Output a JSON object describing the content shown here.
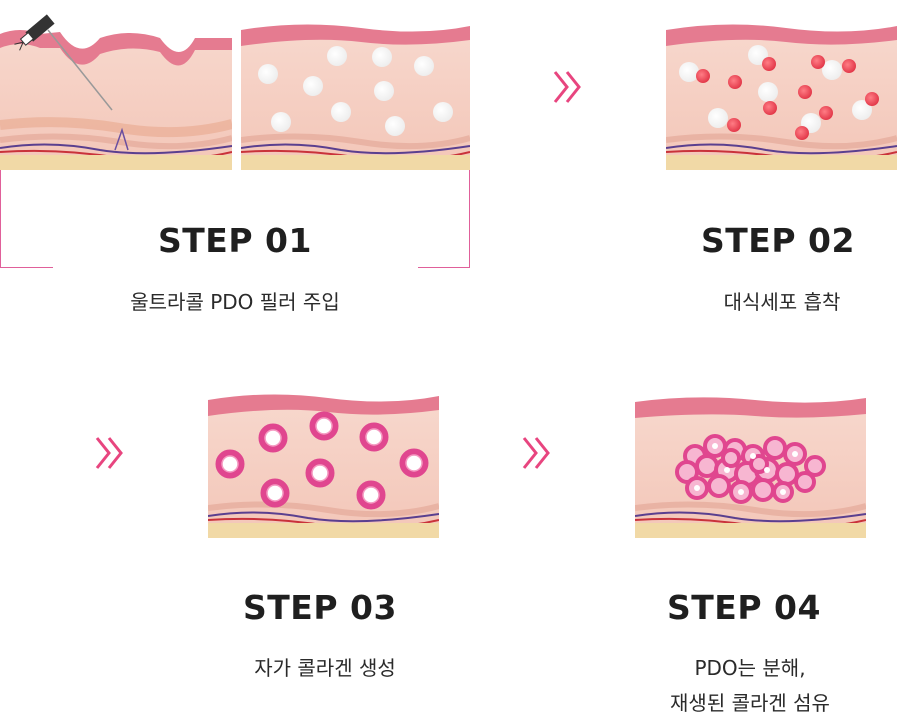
{
  "colors": {
    "accent": "#e8457f",
    "bracket": "#e0609a",
    "skin": "#f5cfc3",
    "epidermis": "#e88a9a",
    "macrophage": "#e34a5b",
    "collagen": "#e0468f"
  },
  "steps": [
    {
      "title": "STEP 01",
      "desc": "울트라콜 PDO 필러 주입"
    },
    {
      "title": "STEP 02",
      "desc": "대식세포 흡착"
    },
    {
      "title": "STEP 03",
      "desc": "자가 콜라겐 생성"
    },
    {
      "title": "STEP 04",
      "desc_line1": "PDO는 분해,",
      "desc_line2": "재생된 콜라겐 섬유"
    }
  ],
  "icons": {
    "arrow": "double-chevron-right-icon",
    "needle": "syringe-needle-icon"
  }
}
